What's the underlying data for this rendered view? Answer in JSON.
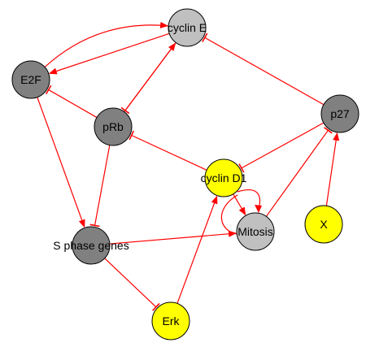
{
  "diagram": {
    "edge_color": "#ff0000",
    "nodes": [
      {
        "id": "cyclinE",
        "label": "cyclin E",
        "fill": "#c0c0c0"
      },
      {
        "id": "E2F",
        "label": "E2F",
        "fill": "#808080"
      },
      {
        "id": "pRb",
        "label": "pRb",
        "fill": "#808080"
      },
      {
        "id": "p27",
        "label": "p27",
        "fill": "#808080"
      },
      {
        "id": "cyclinD1",
        "label": "cyclin D1",
        "fill": "#ffff00"
      },
      {
        "id": "Mitosis",
        "label": "Mitosis",
        "fill": "#c0c0c0"
      },
      {
        "id": "X",
        "label": "X",
        "fill": "#ffff00"
      },
      {
        "id": "Sphase",
        "label": "S phase genes",
        "fill": "#808080"
      },
      {
        "id": "Erk",
        "label": "Erk",
        "fill": "#ffff00"
      }
    ],
    "edges": [
      {
        "from": "cyclinE",
        "to": "E2F",
        "type": "activation"
      },
      {
        "from": "E2F",
        "to": "cyclinE",
        "type": "activation"
      },
      {
        "from": "pRb",
        "to": "cyclinE",
        "type": "activation"
      },
      {
        "from": "cyclinE",
        "to": "pRb",
        "type": "inhibition"
      },
      {
        "from": "pRb",
        "to": "E2F",
        "type": "inhibition"
      },
      {
        "from": "p27",
        "to": "cyclinE",
        "type": "inhibition"
      },
      {
        "from": "E2F",
        "to": "Sphase",
        "type": "activation"
      },
      {
        "from": "pRb",
        "to": "Sphase",
        "type": "inhibition"
      },
      {
        "from": "cyclinD1",
        "to": "pRb",
        "type": "inhibition"
      },
      {
        "from": "p27",
        "to": "cyclinD1",
        "type": "inhibition"
      },
      {
        "from": "cyclinD1",
        "to": "Mitosis",
        "type": "activation"
      },
      {
        "from": "Mitosis",
        "to": "p27",
        "type": "inhibition"
      },
      {
        "from": "X",
        "to": "p27",
        "type": "activation"
      },
      {
        "from": "Sphase",
        "to": "Mitosis",
        "type": "activation"
      },
      {
        "from": "Sphase",
        "to": "Erk",
        "type": "inhibition"
      },
      {
        "from": "Erk",
        "to": "cyclinD1",
        "type": "activation"
      }
    ]
  }
}
